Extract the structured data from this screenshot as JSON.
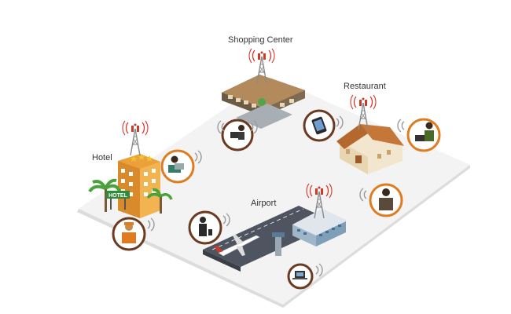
{
  "locations": {
    "shopping_center": "Shopping Center",
    "restaurant": "Restaurant",
    "hotel": "Hotel",
    "airport": "Airport"
  },
  "hotel_sign": "HOTEL",
  "colors": {
    "ground": "#f2f2f2",
    "ground_edge": "#d9d9d9",
    "circle_ring": "#e07b1f",
    "circle_ring_dark": "#6b3a20",
    "tower": "#8a8a8a",
    "wave_red": "#d9362b",
    "wave_gray": "#9a9a9a",
    "building_orange": "#e8a23a",
    "roof_brown": "#b5682e"
  },
  "icons": {
    "tower": "cell-tower-icon",
    "signal": "wireless-signal-icon",
    "laptop_user": "laptop-user-icon",
    "phone": "mobile-phone-icon",
    "traveler": "traveler-icon",
    "businessman": "businessman-icon",
    "laptop": "laptop-icon"
  }
}
